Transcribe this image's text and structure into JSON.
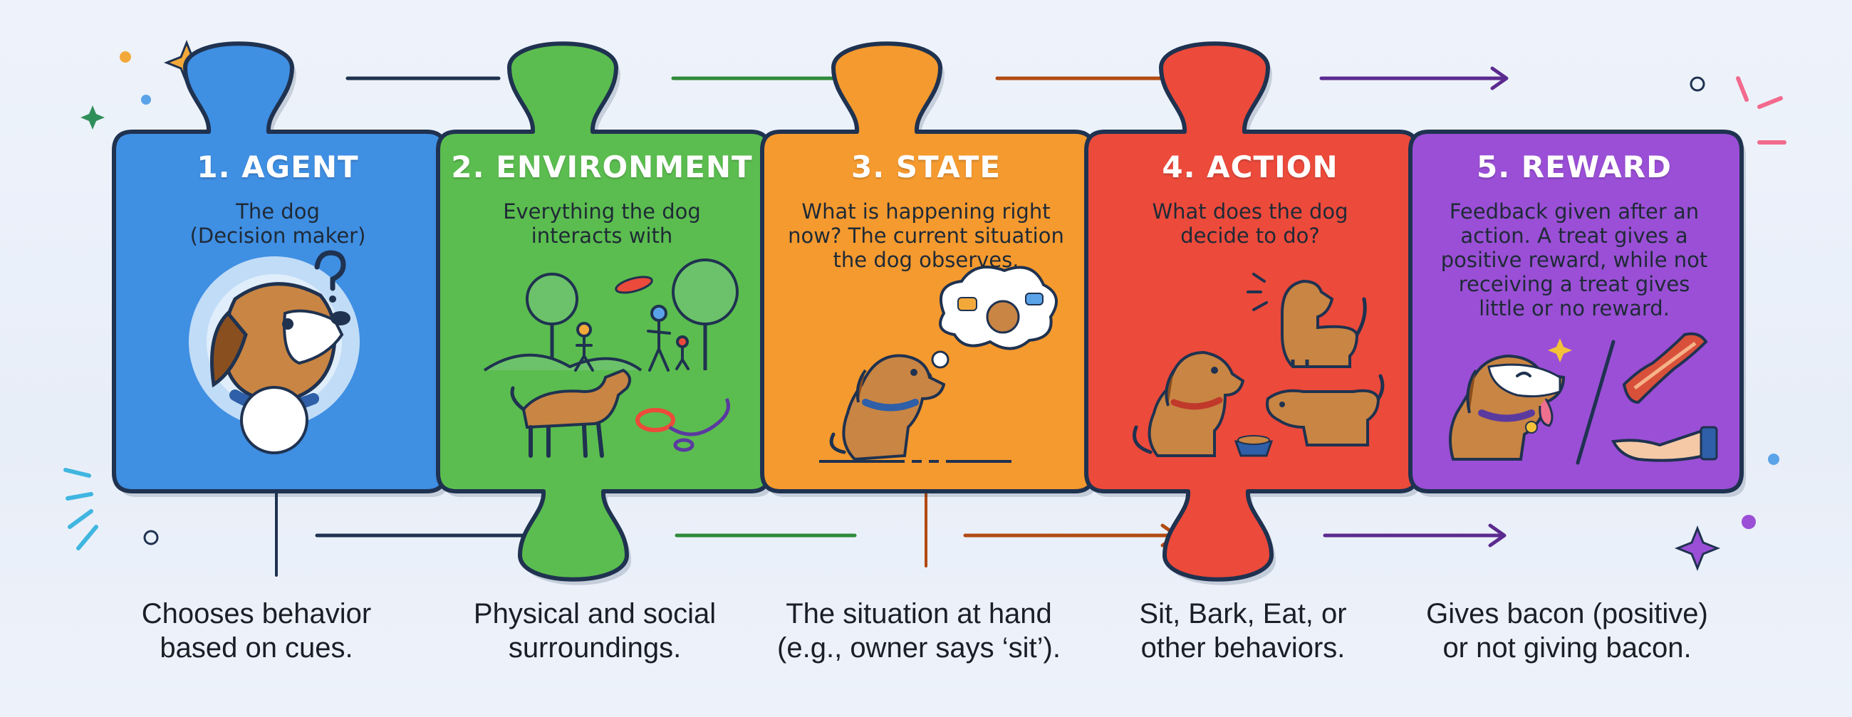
{
  "colors": {
    "agent": "#3f8fe3",
    "environment": "#5bbd4f",
    "state": "#f59a2f",
    "action": "#ec4a3b",
    "reward": "#9a4fd6",
    "outline": "#1f3250"
  },
  "steps": [
    {
      "title": "1. AGENT",
      "description": "The dog\n(Decision maker)",
      "caption": "Chooses behavior\nbased on cues."
    },
    {
      "title": "2. ENVIRONMENT",
      "description": "Everything the dog\ninteracts with",
      "caption": "Physical and social\nsurroundings."
    },
    {
      "title": "3. STATE",
      "description": "What is happening right\nnow? The current situation\nthe dog observes.",
      "caption": "The situation at hand\n(e.g., owner says ‘sit’)."
    },
    {
      "title": "4. ACTION",
      "description": "What does the dog\ndecide to do?",
      "caption": "Sit, Bark, Eat, or\nother behaviors."
    },
    {
      "title": "5. REWARD",
      "description": "Feedback given after an\naction. A treat gives a\npositive reward, while not\nreceiving a treat gives\nlittle or no reward.",
      "caption": "Gives bacon (positive)\nor not giving bacon."
    }
  ],
  "icons": {
    "agent": [
      "dog-head-icon",
      "question-mark-icon"
    ],
    "environment": [
      "park-scene-icon",
      "tree-icon",
      "frisbee-icon",
      "leash-icon",
      "people-icon"
    ],
    "state": [
      "sitting-dog-icon",
      "thought-bubble-icon"
    ],
    "action": [
      "sitting-dog-icon",
      "barking-dog-icon",
      "eating-dog-icon",
      "food-bowl-icon"
    ],
    "reward": [
      "happy-dog-icon",
      "bacon-icon",
      "hand-icon",
      "slash-icon"
    ]
  }
}
